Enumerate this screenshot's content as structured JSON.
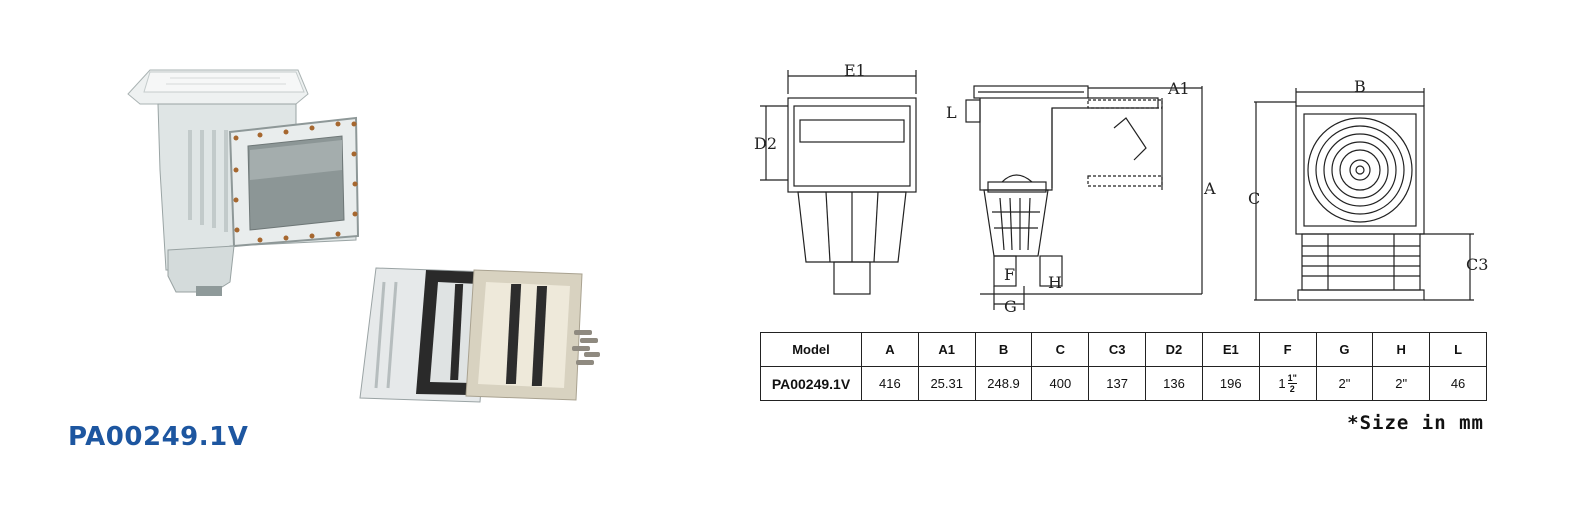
{
  "product": {
    "model": "PA00249.1V"
  },
  "drawing_labels": {
    "E1": "E1",
    "D2": "D2",
    "L": "L",
    "A1": "A1",
    "A": "A",
    "F": "F",
    "G": "G",
    "H": "H",
    "B": "B",
    "C": "C",
    "C3": "C3"
  },
  "spec_table": {
    "headers": [
      "Model",
      "A",
      "A1",
      "B",
      "C",
      "C3",
      "D2",
      "E1",
      "F",
      "G",
      "H",
      "L"
    ],
    "row": {
      "model": "PA00249.1V",
      "A": "416",
      "A1": "25.31",
      "B": "248.9",
      "C": "400",
      "C3": "137",
      "D2": "136",
      "E1": "196",
      "F_whole": "1",
      "F_num": "1\"",
      "F_den": "2",
      "G": "2\"",
      "H": "2\"",
      "L": "46"
    }
  },
  "note": "*Size in mm",
  "colors": {
    "title": "#1d56a0",
    "line": "#222222",
    "part_light": "#e8ecec",
    "part_shadow": "#b9c1c1",
    "gasket": "#2a2a2a",
    "plate": "#d8d2c0"
  }
}
